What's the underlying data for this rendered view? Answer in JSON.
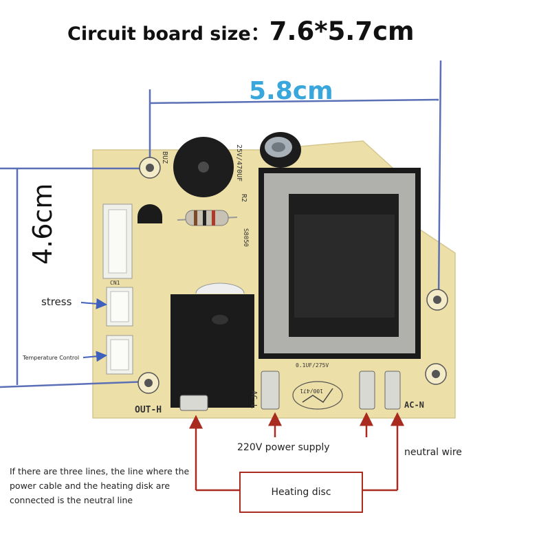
{
  "title": {
    "prefix": "Circuit board size：",
    "size": "7.6*5.7cm"
  },
  "dimensions": {
    "width": "5.8cm",
    "height": "4.6cm"
  },
  "pcb_labels": {
    "buzzer": "BUZ",
    "capacitor": "25V/470UF",
    "resistor": "R2",
    "transistor": "S8050",
    "connector": "CN1",
    "out": "OUT-H",
    "ac_l": "AC-L",
    "ac_n": "AC-N",
    "varistor": "100/471",
    "cap2": "0.1UF/275V"
  },
  "annotations": {
    "stress": "stress",
    "temperature_control": "Temperature Control",
    "power_supply": "220V power supply",
    "neutral_wire": "neutral wire",
    "heating_disc": "Heating disc",
    "note": "If there are three lines, the line where the power cable and the heating disk are connected is the neutral line"
  },
  "colors": {
    "board": "#ecdfa8",
    "dimension_line": "#5b6fb6",
    "dimension_text": "#3aa7dc",
    "wire": "#a92a1f",
    "arrow": "#3f5fbf"
  }
}
